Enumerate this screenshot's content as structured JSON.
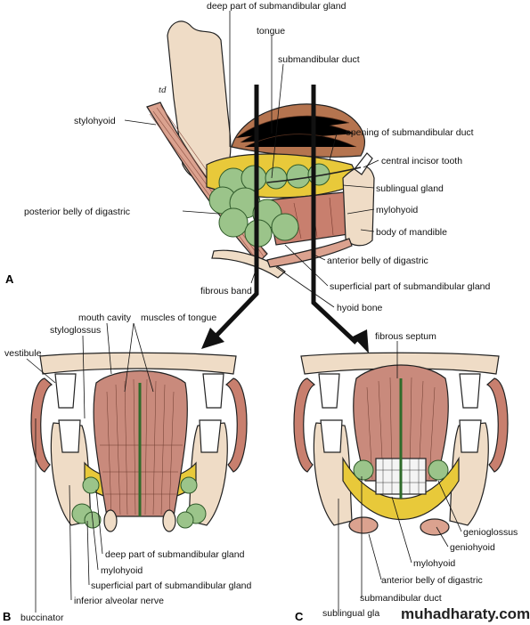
{
  "panels": {
    "a": "A",
    "b": "B",
    "c": "C"
  },
  "labels": {
    "deep_part_top": "deep part of submandibular gland",
    "tongue": "tongue",
    "submandibular_duct_top": "submandibular duct",
    "stylohyoid": "stylohyoid",
    "opening_duct": "opening of submandibular duct",
    "central_incisor": "central incisor tooth",
    "sublingual_gland_top": "sublingual gland",
    "posterior_belly": "posterior belly of digastric",
    "mylohyoid_top": "mylohyoid",
    "body_mandible": "body of mandible",
    "anterior_belly_top": "anterior belly of digastric",
    "fibrous_band": "fibrous band",
    "superficial_top": "superficial part of submandibular gland",
    "hyoid": "hyoid bone",
    "mouth_cavity": "mouth cavity",
    "muscles_tongue": "muscles of tongue",
    "styloglossus": "styloglossus",
    "vestibule": "vestibule",
    "deep_part_b": "deep part of submandibular gland",
    "mylohyoid_b": "mylohyoid",
    "superficial_b": "superficial part of submandibular gland",
    "inferior_alveolar": "inferior alveolar nerve",
    "buccinator": "buccinator",
    "fibrous_septum": "fibrous septum",
    "genioglossus": "genioglossus",
    "geniohyoid": "geniohyoid",
    "mylohyoid_c": "mylohyoid",
    "anterior_belly_c": "anterior belly of digastric",
    "submandibular_duct_c": "submandibular duct",
    "sublingual_gland_c": "sublingual gla",
    "handwritten_mark": "td"
  },
  "watermark": "muhadharaty.com",
  "colors": {
    "bone": "#efdcc6",
    "gland": "#9bc48a",
    "fat": "#e8c93a",
    "muscle": "#c87f6e",
    "tongue": "#c98a7c",
    "tooth": "#ffffff",
    "outline": "#222222"
  }
}
